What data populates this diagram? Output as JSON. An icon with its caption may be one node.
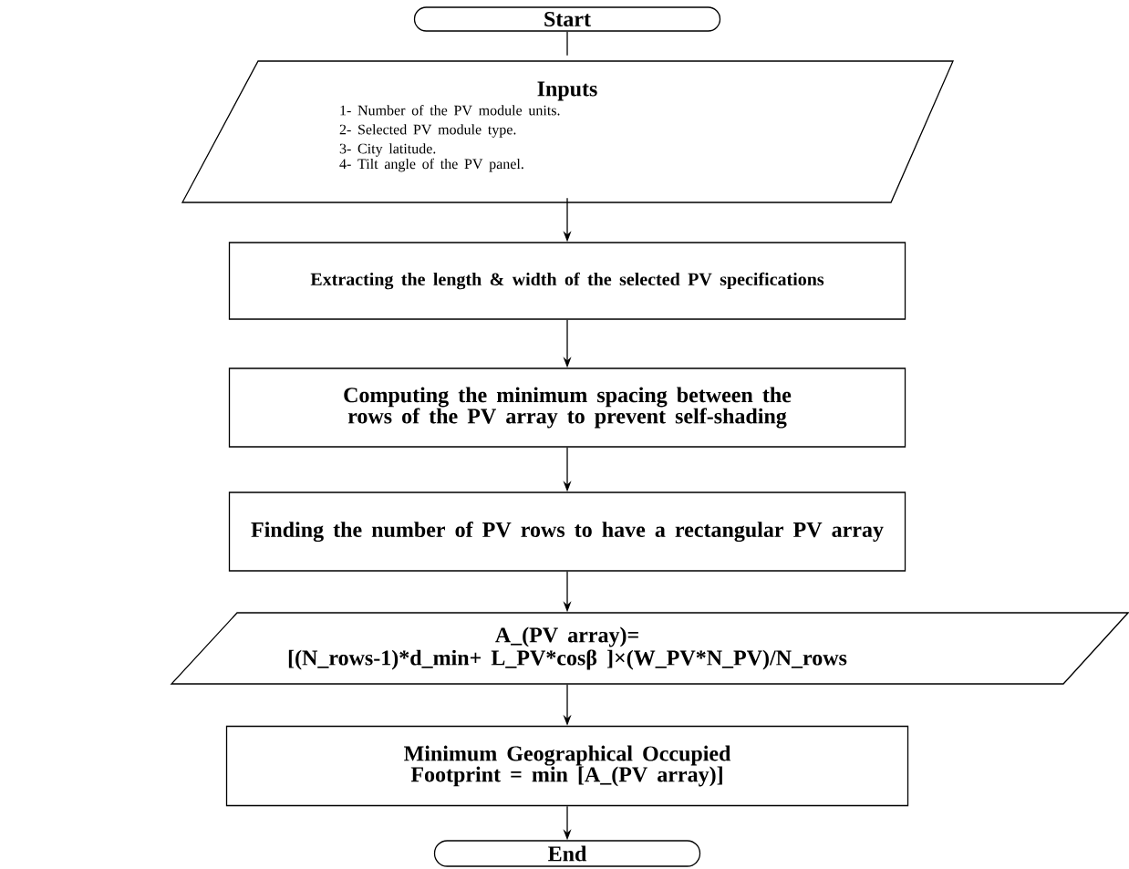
{
  "diagram": {
    "nodes": [
      {
        "text": [
          "Start"
        ]
      },
      {
        "text": [
          "Inputs",
          "1- Number of the PV module units.",
          "2- Selected PV module type.",
          "3- City latitude.",
          "4- Tilt angle of the PV panel."
        ]
      },
      {
        "text": [
          "Extracting the length & width of the selected PV specifications"
        ]
      },
      {
        "text": [
          "Computing the minimum spacing between the rows of the PV array to prevent self-shading"
        ]
      },
      {
        "text": [
          "Finding the number of PV rows to have a rectangular PV array"
        ]
      },
      {
        "text": [
          "A_(PV array)=",
          "[(N_rows-1)*d_min+ L_PV*cosβ ]×(W_PV*N_PV)/N_rows"
        ]
      },
      {
        "text": [
          "Minimum Geographical Occupied Footprint = min [A_(PV array)]"
        ]
      },
      {
        "text": [
          "End"
        ]
      }
    ],
    "edges": [
      {
        "from": 0,
        "to": 1,
        "arrow": "none"
      },
      {
        "from": 1,
        "to": 2,
        "arrow": "to"
      },
      {
        "from": 2,
        "to": 3,
        "arrow": "to"
      },
      {
        "from": 3,
        "to": 4,
        "arrow": "to"
      },
      {
        "from": 4,
        "to": 5,
        "arrow": "to"
      },
      {
        "from": 5,
        "to": 6,
        "arrow": "to"
      },
      {
        "from": 6,
        "to": 7,
        "arrow": "to"
      }
    ]
  }
}
